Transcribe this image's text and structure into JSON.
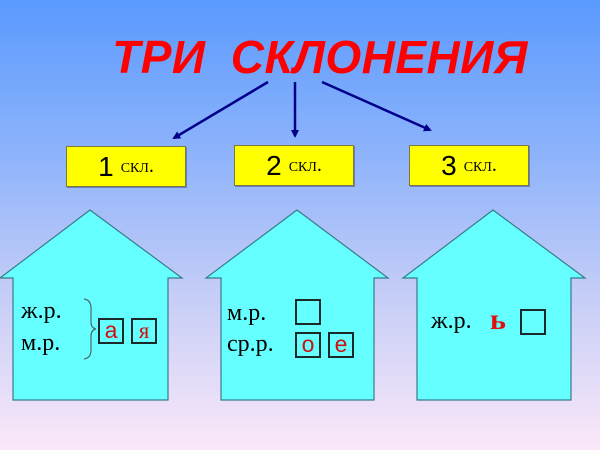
{
  "title": "ТРИ  СКЛОНЕНИЯ",
  "colors": {
    "title": "#ff0000",
    "arrow": "#00008b",
    "label_box": "#ffff00",
    "house_fill": "#66ffff",
    "ending": "#d01010",
    "bg_top": "#5a9afe",
    "bg_bottom": "#fbe8f8"
  },
  "declensions": [
    {
      "number": "1",
      "abbr": "скл.",
      "house": {
        "genders": [
          "ж.р.",
          "м.р."
        ],
        "grouped_with_brace": true,
        "endings": [
          "а",
          "я"
        ]
      }
    },
    {
      "number": "2",
      "abbr": "скл.",
      "house": {
        "rows": [
          {
            "gender": "м.р.",
            "endings": [
              ""
            ]
          },
          {
            "gender": "ср.р.",
            "endings": [
              "о",
              "е"
            ]
          }
        ]
      }
    },
    {
      "number": "3",
      "abbr": "скл.",
      "house": {
        "gender": "ж.р.",
        "marker": "ь",
        "endings": [
          ""
        ]
      }
    }
  ]
}
